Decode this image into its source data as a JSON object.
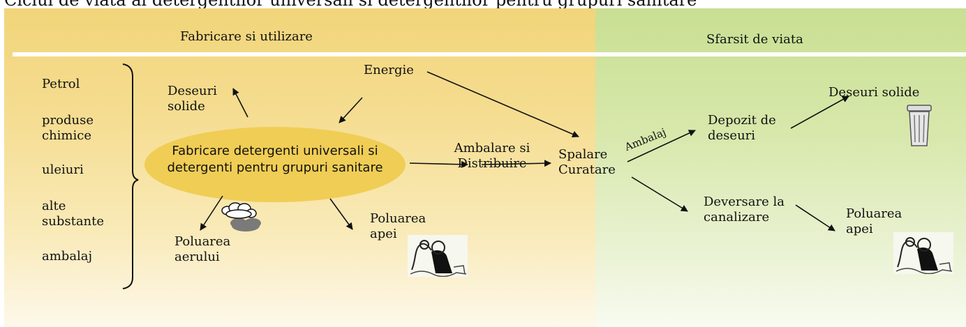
{
  "title": "Ciclul de viata al detergentilor universali si detergentilor pentru grupuri sanitare",
  "headers": {
    "left": "Fabricare si utilizare",
    "right": "Sfarsit de viata"
  },
  "inputs": [
    "Petrol",
    "produse chimice",
    "uleiuri",
    "alte substante",
    "ambalaj"
  ],
  "nodes": {
    "deseuri_solide_1": "Deseuri solide",
    "energie": "Energie",
    "process": "Fabricare detergenti universali si detergenti pentru grupuri sanitare",
    "ambalare": "Ambalare si Distribuire",
    "spalare": "Spalare Curatare",
    "poluarea_aerului": "Poluarea aerului",
    "poluarea_apei_1": "Poluarea apei",
    "ambalaj_edge": "Ambalaj",
    "depozit": "Depozit de deseuri",
    "deseuri_solide_2": "Deseuri solide",
    "deversare": "Deversare la canalizare",
    "poluarea_apei_2": "Poluarea apei"
  },
  "icons": [
    "cloud-icon",
    "trash-can-icon",
    "water-pollution-icon",
    "water-pollution-icon"
  ],
  "colors": {
    "left_panel": "#f2d57a",
    "right_panel": "#c9df92",
    "process_ellipse": "#f0cd55"
  }
}
